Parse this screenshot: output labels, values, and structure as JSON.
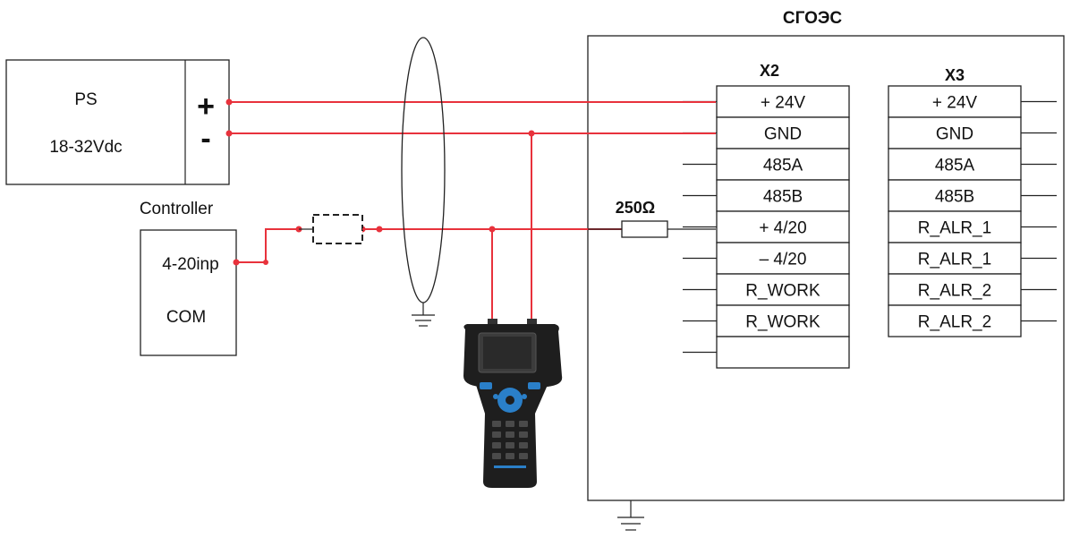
{
  "title": "СГОЭС",
  "power_supply": {
    "name": "PS",
    "voltage": "18-32Vdc",
    "plus_symbol": "+",
    "minus_symbol": "-",
    "caption": "Controller"
  },
  "controller_input": {
    "input_label": "4-20inp",
    "com_label": "COM"
  },
  "resistor": {
    "value": "250Ω"
  },
  "terminal_x2": {
    "name": "X2",
    "rows": [
      "+ 24V",
      "GND",
      "485A",
      "485B",
      "+ 4/20",
      "– 4/20",
      "R_WORK",
      "R_WORK",
      ""
    ]
  },
  "terminal_x3": {
    "name": "X3",
    "rows": [
      "+ 24V",
      "GND",
      "485A",
      "485B",
      "R_ALR_1",
      "R_ALR_1",
      "R_ALR_2",
      "R_ALR_2"
    ]
  },
  "colors": {
    "wire": "#e8323c",
    "line": "#222222",
    "device_body": "#1e1e1e",
    "device_keys": "#2a7fc8"
  },
  "icons": [
    "ground-icon",
    "handheld-communicator-icon",
    "cable-shield-icon",
    "junction-box-icon"
  ]
}
